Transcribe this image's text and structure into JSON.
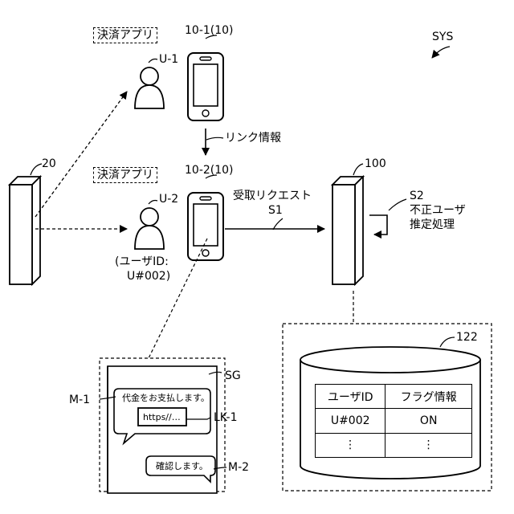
{
  "labels": {
    "sys": "SYS",
    "payment_app_1": "決済アプリ",
    "payment_app_2": "決済アプリ",
    "phone_1": "10-1(10)",
    "phone_2": "10-2(10)",
    "user_1": "U-1",
    "user_2": "U-2",
    "user_id_line1": "(ユーザID:",
    "user_id_line2": "U#002)",
    "link_info": "リンク情報",
    "server_20": "20",
    "server_100": "100",
    "receive_request": "受取リクエスト",
    "s1": "S1",
    "s2": "S2",
    "s2_line1": "不正ユーザ",
    "s2_line2": "推定処理",
    "db_122": "122",
    "sg": "SG",
    "m1": "M-1",
    "m2": "M-2",
    "lk1": "LK-1",
    "msg1": "代金をお支払します。",
    "link_text": "https//…",
    "msg2": "確認します。"
  },
  "table": {
    "headers": [
      "ユーザID",
      "フラグ情報"
    ],
    "rows": [
      [
        "U#002",
        "ON"
      ],
      [
        "⋮",
        "⋮"
      ]
    ]
  }
}
